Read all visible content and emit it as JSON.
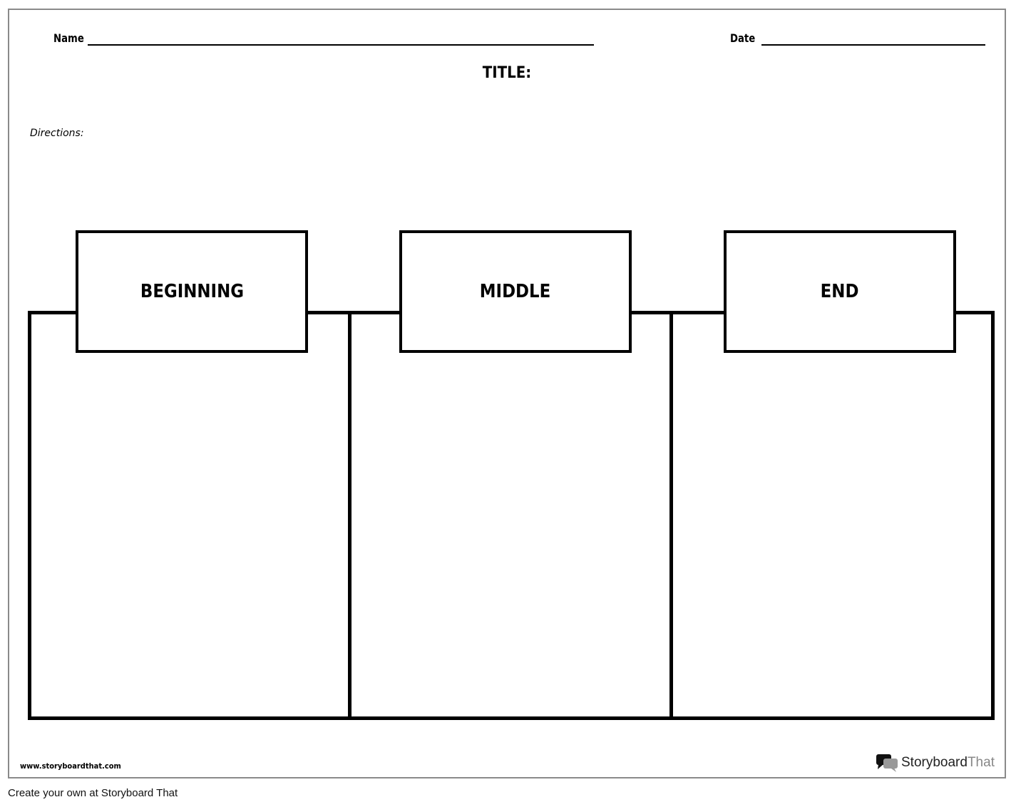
{
  "header": {
    "name_label": "Name",
    "date_label": "Date",
    "title_label": "TITLE:",
    "directions_label": "Directions:"
  },
  "sections": [
    {
      "label": "BEGINNING"
    },
    {
      "label": "MIDDLE"
    },
    {
      "label": "END"
    }
  ],
  "footer": {
    "url": "www.storyboardthat.com",
    "logo_text_main": "Storyboard",
    "logo_text_accent": "That",
    "caption": "Create your own at Storyboard That"
  },
  "colors": {
    "border": "#8a8a8a",
    "ink": "#000000",
    "logo_accent": "#888888"
  }
}
